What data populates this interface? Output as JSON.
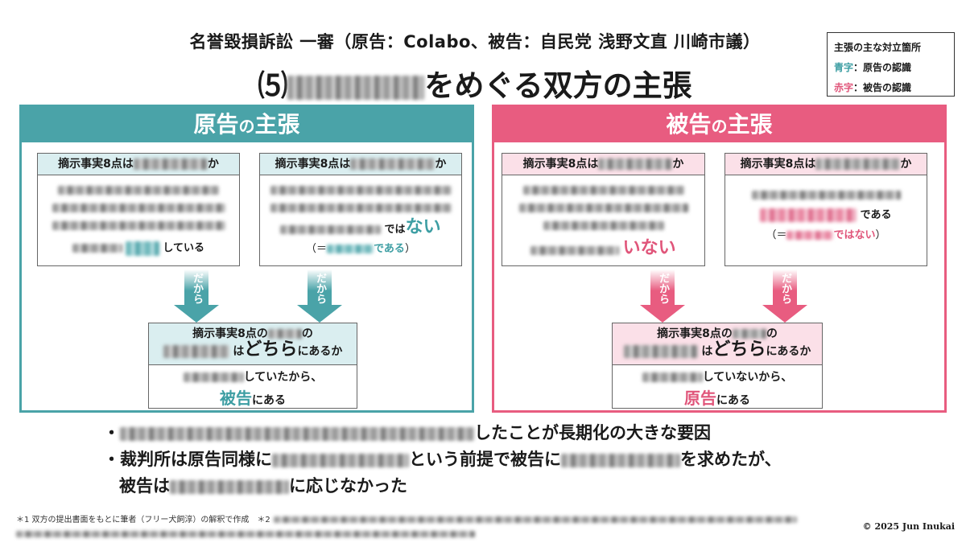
{
  "header": {
    "title_line1": "名誉毀損訴訟 一審（原告：Colabo、被告：自民党 浅野文直 川崎市議）",
    "title_line2_prefix": "⑸",
    "title_line2_suffix": "をめぐる双方の主張"
  },
  "legend": {
    "heading": "主張の主な対立箇所",
    "blue_key": "青字",
    "blue_text": "：原告の認識",
    "red_key": "赤字",
    "red_text": "：被告の認識"
  },
  "plaintiff": {
    "header_main": "原告",
    "header_small": "の",
    "header_tail": "主張",
    "box1_head_prefix": "摘示事実8点は",
    "box1_head_suffix": "か",
    "box1_tail": "している",
    "box2_head_prefix": "摘示事実8点は",
    "box2_head_suffix": "か",
    "box2_line_mid": "では",
    "box2_accent": "ない",
    "box2_paren_open": "（＝",
    "box2_paren_accent": "である",
    "box2_paren_close": "）",
    "arrow_label": "だから",
    "concl_line1_prefix": "摘示事実8点の",
    "concl_line1_suffix": "の",
    "concl_line2_small": "は",
    "concl_line2_big": "どちら",
    "concl_line2_tail": "にあるか",
    "concl_body_line1": "していたから、",
    "concl_body_accent": "被告",
    "concl_body_tail": "にある"
  },
  "defendant": {
    "header_main": "被告",
    "header_small": "の",
    "header_tail": "主張",
    "box1_head_prefix": "摘示事実8点は",
    "box1_head_suffix": "か",
    "box1_accent": "いない",
    "box2_head_prefix": "摘示事実8点は",
    "box2_head_suffix": "か",
    "box2_tail": "である",
    "box2_paren_open": "（＝",
    "box2_paren_accent": "ではない",
    "box2_paren_close": "）",
    "arrow_label": "だから",
    "concl_line1_prefix": "摘示事実8点の",
    "concl_line1_suffix": "の",
    "concl_line2_small": "は",
    "concl_line2_big": "どちら",
    "concl_line2_tail": "にあるか",
    "concl_body_line1": "していないから、",
    "concl_body_accent": "原告",
    "concl_body_tail": "にある"
  },
  "bullets": {
    "b1_tail": "したことが長期化の大きな要因",
    "b2_a": "・裁判所は原告同様に",
    "b2_b": "という前提で被告に",
    "b2_c": "を求めたが、",
    "b2_d": "被告は",
    "b2_e": "に応じなかった",
    "b1_mark": "・"
  },
  "footer": {
    "note1": "＊1 双方の提出書面をもとに筆者（フリー犬飼淳）の解釈で作成　＊2",
    "copyright": "© 2025 Jun Inukai"
  }
}
